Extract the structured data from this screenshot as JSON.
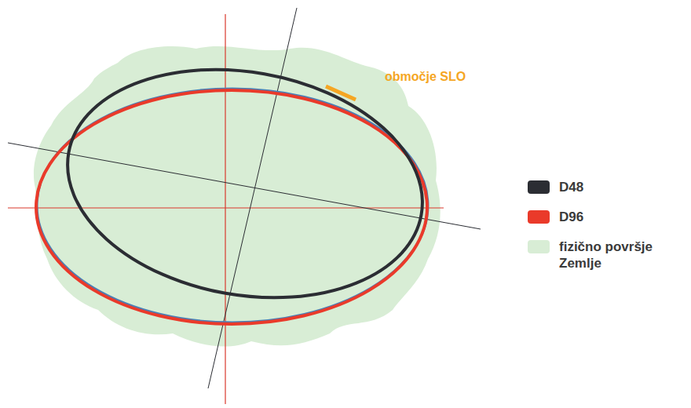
{
  "diagram": {
    "labels": [
      "območje SLO"
    ],
    "legend": [
      {
        "text": "D48",
        "color": "#2b2d33"
      },
      {
        "text": "D96",
        "color": "#ea3a2a"
      },
      {
        "text": "fizično površje Zemlje",
        "color": "#d8edd5"
      }
    ]
  }
}
